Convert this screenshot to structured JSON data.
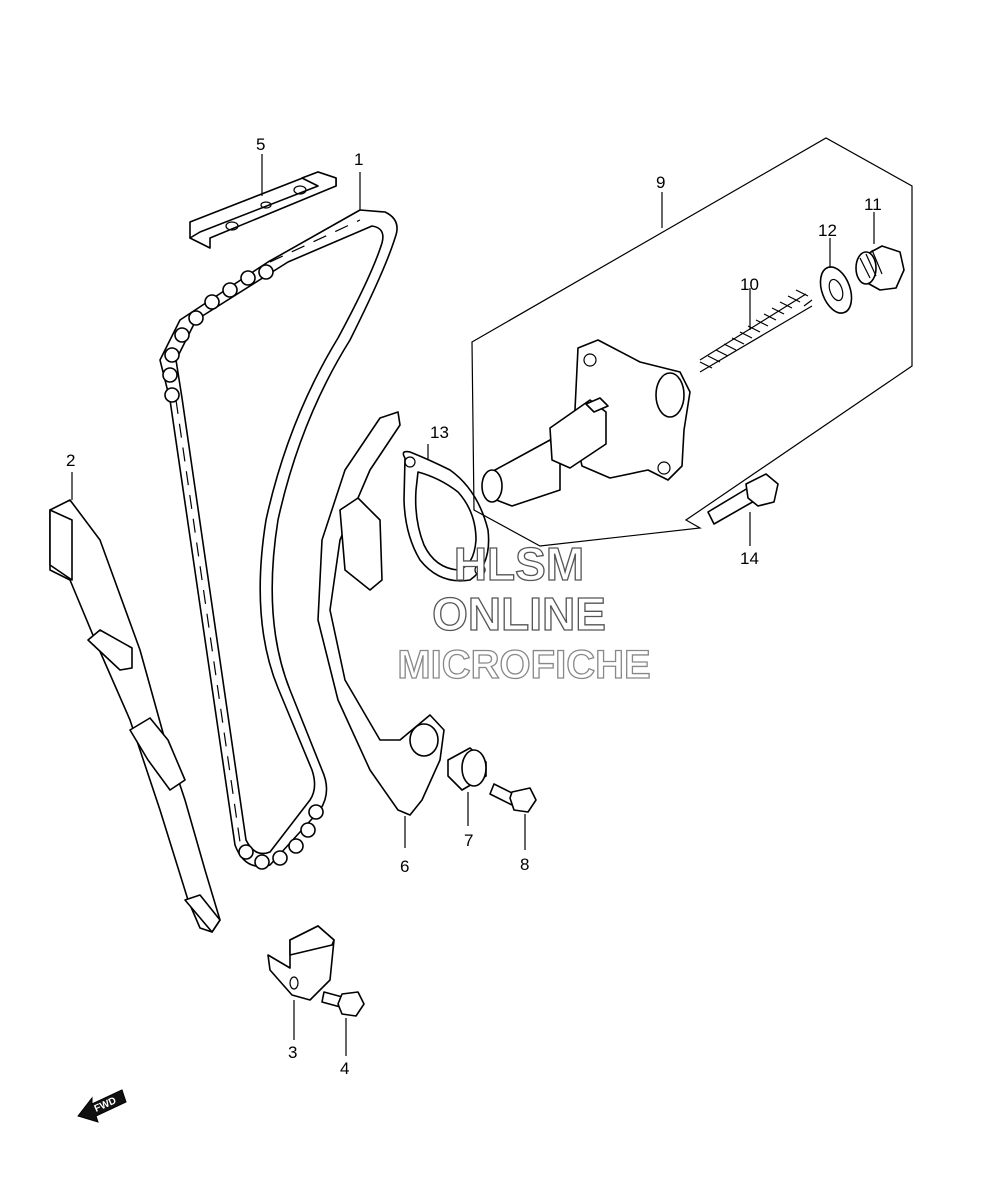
{
  "callouts": [
    {
      "id": "1",
      "label": "1"
    },
    {
      "id": "2",
      "label": "2"
    },
    {
      "id": "3",
      "label": "3"
    },
    {
      "id": "4",
      "label": "4"
    },
    {
      "id": "5",
      "label": "5"
    },
    {
      "id": "6",
      "label": "6"
    },
    {
      "id": "7",
      "label": "7"
    },
    {
      "id": "8",
      "label": "8"
    },
    {
      "id": "9",
      "label": "9"
    },
    {
      "id": "10",
      "label": "10"
    },
    {
      "id": "11",
      "label": "11"
    },
    {
      "id": "12",
      "label": "12"
    },
    {
      "id": "13",
      "label": "13"
    },
    {
      "id": "14",
      "label": "14"
    }
  ],
  "watermark": {
    "line1": "HLSM",
    "line2": "ONLINE",
    "line3": "MICROFICHE"
  },
  "fwd_marker": {
    "label": "FWD",
    "icon": "fwd-arrow-icon"
  }
}
